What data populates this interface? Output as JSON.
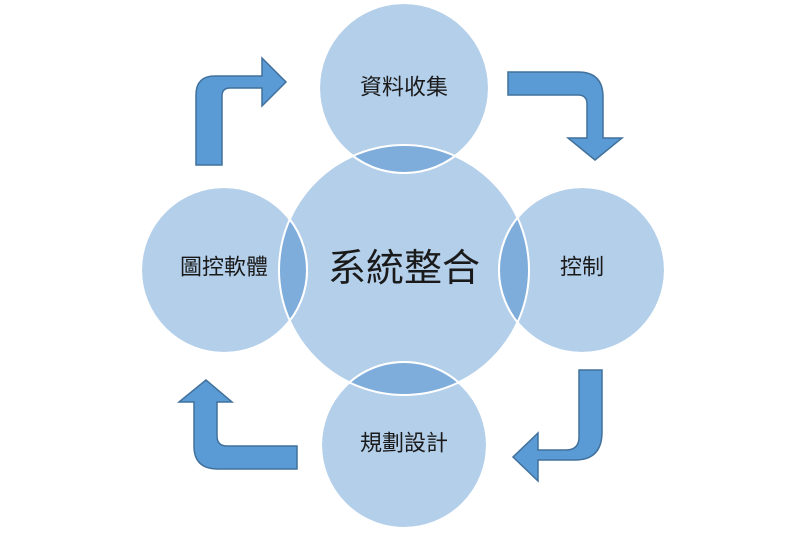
{
  "diagram": {
    "center": {
      "label": "系統整合"
    },
    "nodes": {
      "top": {
        "label": "資料收集"
      },
      "right": {
        "label": "控制"
      },
      "bottom": {
        "label": "規劃設計"
      },
      "left": {
        "label": "圖控軟體"
      }
    },
    "colors": {
      "circle_fill": "#b4cfea",
      "overlap_fill": "#7eaddb",
      "circle_stroke": "#ffffff",
      "arrow_fill": "#5b9bd5",
      "arrow_stroke": "#41719c",
      "text": "#1a1a1a"
    },
    "arrows": {
      "top_right": "arrow-right-to-down",
      "bottom_right": "arrow-down-to-left",
      "bottom_left": "arrow-left-to-up",
      "top_left": "arrow-up-to-right"
    }
  }
}
